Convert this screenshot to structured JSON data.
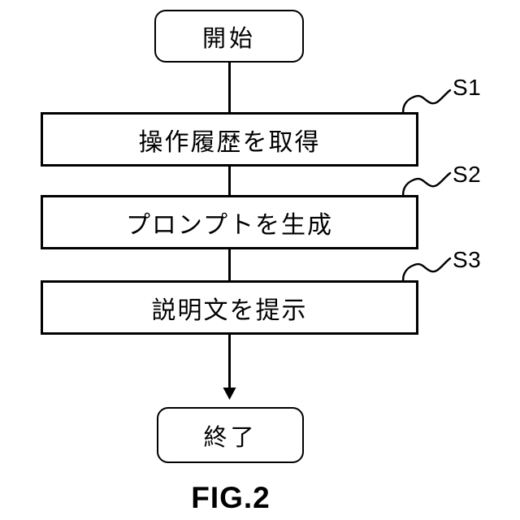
{
  "colors": {
    "line": "#000000",
    "background": "#ffffff",
    "text": "#000000"
  },
  "figure": {
    "caption": "FIG.2",
    "nodes": [
      {
        "id": "start",
        "type": "terminal",
        "label": "開始"
      },
      {
        "id": "step1",
        "type": "process",
        "label": "操作履歴を取得",
        "step": "S1"
      },
      {
        "id": "step2",
        "type": "process",
        "label": "プロンプトを生成",
        "step": "S2"
      },
      {
        "id": "step3",
        "type": "process",
        "label": "説明文を提示",
        "step": "S3"
      },
      {
        "id": "end",
        "type": "terminal",
        "label": "終了"
      }
    ]
  }
}
